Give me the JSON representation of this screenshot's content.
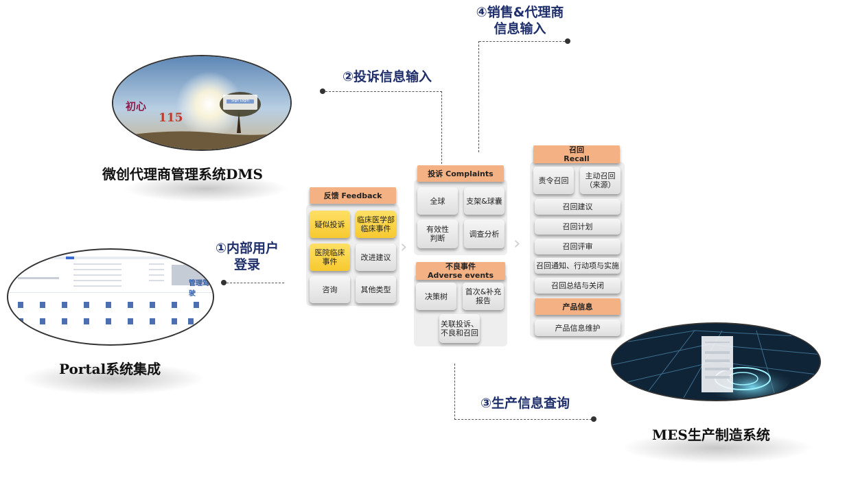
{
  "steps": {
    "login": [
      "①内部用户",
      "登录"
    ],
    "complaint_input": "②投诉信息输入",
    "production_query": "③生产信息查询",
    "sales_input": [
      "④销售&代理商",
      "信息输入"
    ]
  },
  "systems": {
    "dms": {
      "caption": "微创代理商管理系统DMS",
      "slogan": "初心",
      "number": "115",
      "button": "Sign Login"
    },
    "portal": {
      "caption": "Portal系统集成",
      "banner": "管理驾驶"
    },
    "mes": {
      "caption": "MES生产制造系统"
    }
  },
  "feedback": {
    "header": "反馈 Feedback",
    "items": [
      "疑似投诉",
      "临床医学部\n临床事件",
      "医院临床\n事件",
      "改进建议",
      "咨询",
      "其他类型"
    ]
  },
  "complaints": {
    "header": "投诉 Complaints",
    "items": [
      "全球",
      "支架&球囊",
      "有效性\n判断",
      "调查分析"
    ]
  },
  "adverse": {
    "header": "不良事件\nAdverse events",
    "items": [
      "决策树",
      "首次&补充\n报告",
      "关联投诉、\n不良和召回"
    ]
  },
  "recall": {
    "header": "召回\nRecall",
    "items": [
      "责令召回",
      "主动召回\n（来源）",
      "召回建议",
      "召回计划",
      "召回评审",
      "召回通知、行动项与实施",
      "召回总结与关闭"
    ]
  },
  "product": {
    "header": "产品信息",
    "items": [
      "产品信息维护"
    ]
  }
}
